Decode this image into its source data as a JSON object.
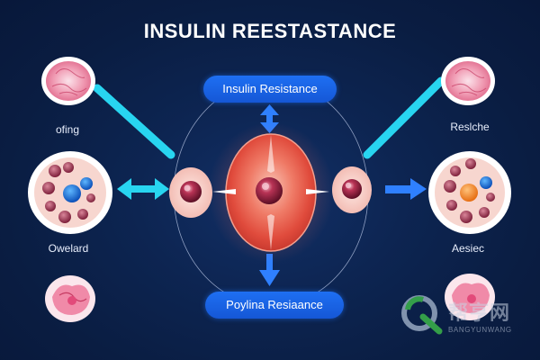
{
  "title": "INSULIN REESTASTANCE",
  "pills": {
    "top": "Insulin Resistance",
    "bottom": "Poylina Resiaance"
  },
  "labels": {
    "left_top": "ofing",
    "left_mid": "Owelard",
    "right_top": "Reslche",
    "right_mid": "Aesiec"
  },
  "watermark": {
    "main": "帮亨网",
    "sub": "BANGYUNWANG"
  },
  "colors": {
    "background": "#0b1f45",
    "pill": "#1e6ff2",
    "arrow_cyan": "#28d5f0",
    "arrow_blue": "#2f80ff",
    "cell_pink": "#f6c9c9",
    "center_red": "#e8564a"
  }
}
